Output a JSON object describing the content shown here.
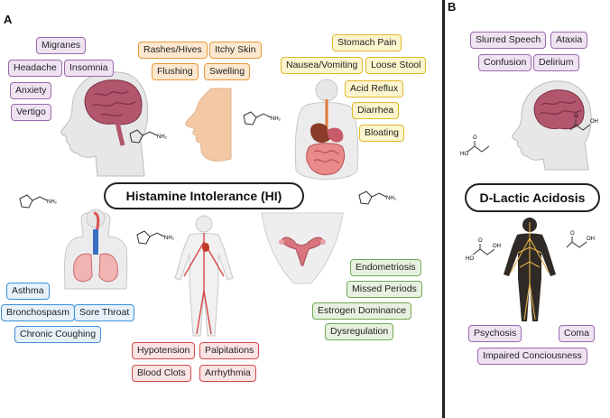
{
  "panel_a": {
    "letter": "A",
    "title": "Histamine Intolerance (HI)",
    "neuro": [
      "Migranes",
      "Headache",
      "Insomnia",
      "Anxiety",
      "Vertigo"
    ],
    "skin": [
      "Rashes/Hives",
      "Itchy Skin",
      "Flushing",
      "Swelling"
    ],
    "gi": [
      "Stomach Pain",
      "Nausea/Vomiting",
      "Loose Stool",
      "Acid Reflux",
      "Diarrhea",
      "Bloating"
    ],
    "respiratory": [
      "Asthma",
      "Bronchospasm",
      "Sore Throat",
      "Chronic Coughing"
    ],
    "cardio": [
      "Hypotension",
      "Palpitations",
      "Blood Clots",
      "Arrhythmia"
    ],
    "reproductive": [
      "Endometriosis",
      "Missed Periods",
      "Estrogen Dominance",
      "Dysregulation"
    ],
    "molecule_label": "NH₂"
  },
  "panel_b": {
    "letter": "B",
    "title": "D-Lactic Acidosis",
    "neuro": [
      "Slurred Speech",
      "Ataxia",
      "Confusion",
      "Delirium"
    ],
    "systemic": [
      "Psychosis",
      "Coma",
      "Impaired Conciousness"
    ],
    "mol_o": "O",
    "mol_ho": "HO",
    "mol_oh": "OH"
  },
  "colors": {
    "neuro": "#9c6aac",
    "skin": "#e59a3a",
    "gi": "#e0b92a",
    "respiratory": "#3f8fd6",
    "cardio": "#d24c4c",
    "reproductive": "#72a956"
  }
}
